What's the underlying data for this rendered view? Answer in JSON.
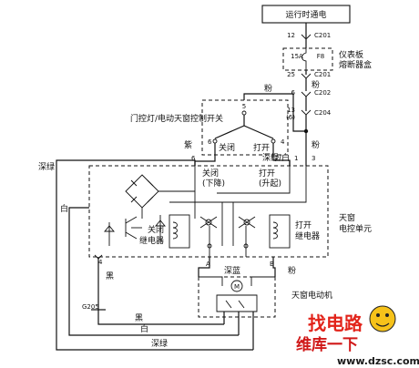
{
  "top_label": "运行时通电",
  "fuse_block_label": [
    "仪表板",
    "熔断器盒"
  ],
  "fuse": {
    "rating": "15A",
    "name": "F8"
  },
  "connectors": {
    "c201_top": {
      "pin": "12",
      "name": "C201"
    },
    "c201_bot": {
      "pin": "25",
      "name": "C201"
    },
    "c202": {
      "pin": "6",
      "name": "C202"
    },
    "c204": {
      "pin": "13",
      "pin_alt": "(6)",
      "name": "C204"
    },
    "g205": "G205"
  },
  "wire_colors": {
    "pink_top": "粉",
    "pink_mid": "粉",
    "pink_right": "粉",
    "pink_motor": "粉",
    "purple": "紫",
    "dark_green_white": "深绿/白",
    "dark_green_left": "深绿",
    "white_left": "白",
    "black_left": "黑",
    "black_bottom": "黑",
    "white_bottom": "白",
    "dark_green_bottom": "深绿",
    "dark_blue": "深蓝"
  },
  "switch": {
    "label": "门控灯/电动天窗控制开关",
    "pos_close": "关闭",
    "pos_open": "打开",
    "pin5": "5",
    "pin6": "6",
    "pin4": "4"
  },
  "control_unit": {
    "label": [
      "天窗",
      "电控单元"
    ],
    "close_text": [
      "关闭",
      "(下降)"
    ],
    "open_text": [
      "打开",
      "(升起)"
    ],
    "pins": [
      "6",
      "2",
      "1",
      "3",
      "4",
      "A",
      "B"
    ],
    "close_relay": [
      "关闭",
      "继电器"
    ],
    "open_relay": [
      "打开",
      "继电器"
    ]
  },
  "motor_label": "天窗电动机",
  "motor_symbol": "M",
  "watermark": {
    "line1": "找电路",
    "line2": "维库一下",
    "site": "www.dzsc.com"
  }
}
